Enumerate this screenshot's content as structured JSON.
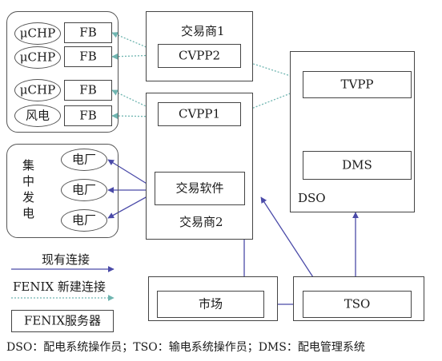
{
  "chp_group": {
    "sources": [
      "μCHP",
      "μCHP",
      "μCHP",
      "风电"
    ],
    "fb": [
      "FB",
      "FB",
      "FB",
      "FB"
    ]
  },
  "central_group": {
    "label_chars": [
      "集",
      "中",
      "发",
      "电"
    ],
    "plants": [
      "电厂",
      "电厂",
      "电厂"
    ]
  },
  "trader1": {
    "title": "交易商1",
    "cvpp": "CVPP2"
  },
  "trader2": {
    "title": "交易商2",
    "cvpp": "CVPP1",
    "software": "交易软件"
  },
  "dso": {
    "title": "DSO",
    "tvpp": "TVPP",
    "dms": "DMS"
  },
  "market": {
    "label": "市场"
  },
  "tso": {
    "label": "TSO"
  },
  "legend": {
    "existing": "现有连接",
    "fenix_new": "FENIX 新建连接",
    "server": "FENIX服务器"
  },
  "footnote": "DSO：配电系统操作员；TSO：输电系统操作员；DMS：配电管理系统",
  "colors": {
    "existing_link": "#4a4aa8",
    "new_link": "#6fb5b0",
    "frame": "#444444"
  }
}
